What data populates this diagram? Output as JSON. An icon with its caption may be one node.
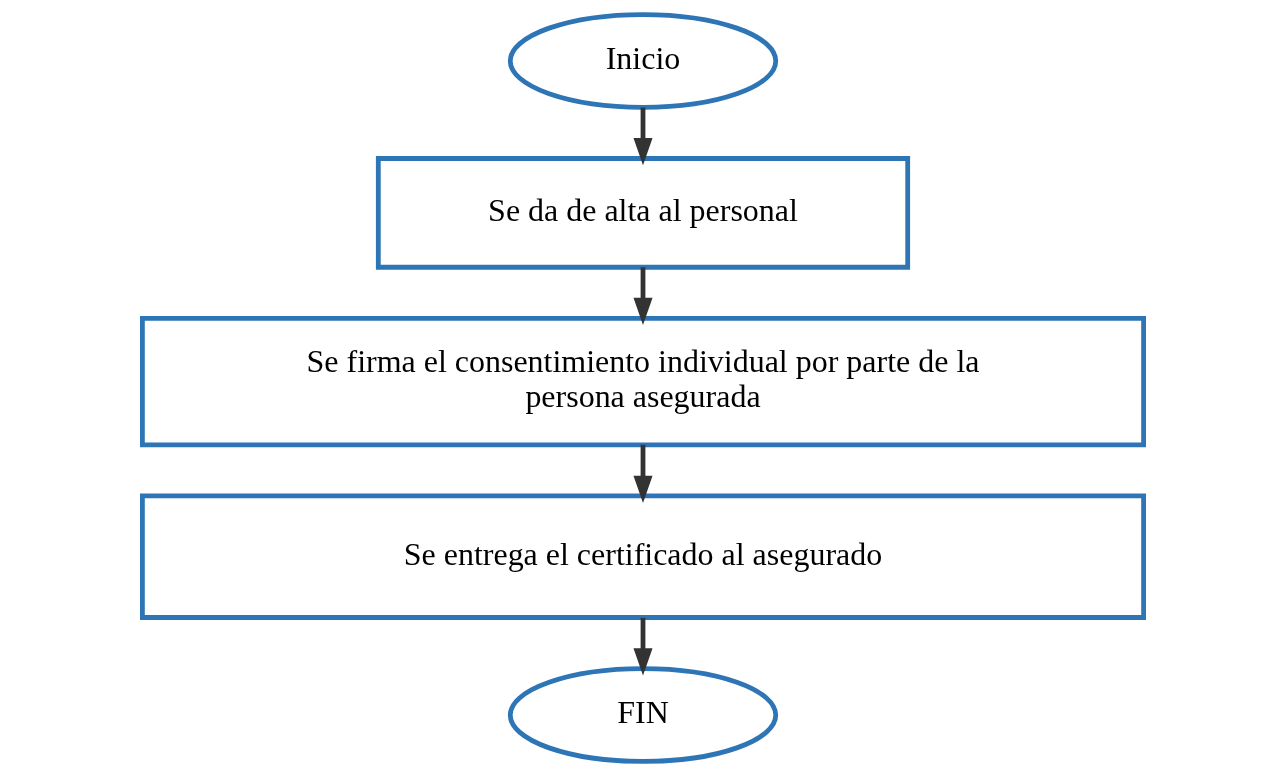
{
  "diagram": {
    "nodes": [
      {
        "text": [
          "Inicio"
        ]
      },
      {
        "text": [
          "Se da de alta al personal"
        ]
      },
      {
        "text": [
          "Se firma el consentimiento individual por parte de la persona asegurada"
        ]
      },
      {
        "text": [
          "Se entrega el certificado al asegurado"
        ]
      },
      {
        "text": [
          "FIN"
        ]
      }
    ],
    "edges": [
      {
        "from": 0,
        "to": 1,
        "arrow": "to"
      },
      {
        "from": 1,
        "to": 2,
        "arrow": "to"
      },
      {
        "from": 2,
        "to": 3,
        "arrow": "to"
      },
      {
        "from": 3,
        "to": 4,
        "arrow": "to"
      }
    ]
  }
}
